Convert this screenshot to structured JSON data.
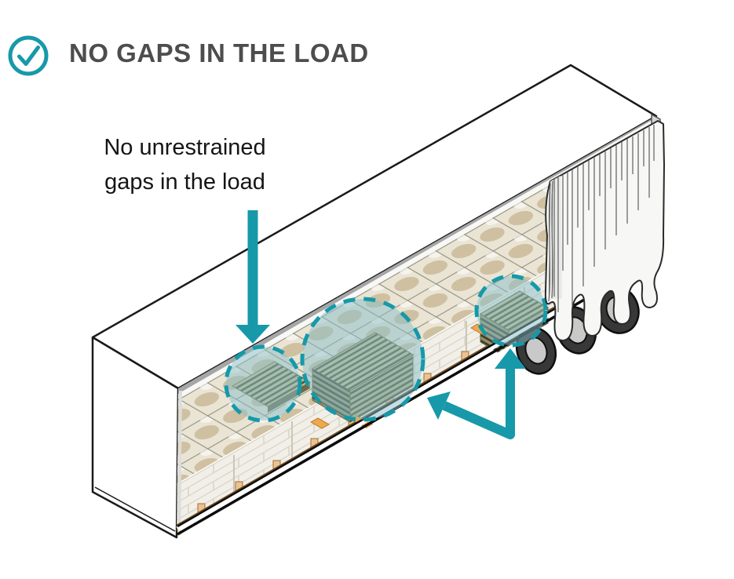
{
  "header": {
    "title": "NO GAPS IN THE LOAD",
    "icon": "check-circle"
  },
  "annotation": {
    "line1": "No unrestrained",
    "line2": "gaps in the load"
  },
  "diagram": {
    "subject": "curtain-side-trailer-load",
    "highlight_circle_count": 3,
    "wheel_count": 3,
    "arrow_count": 2
  },
  "colors": {
    "accent_teal": "#1799a9",
    "title_gray": "#4d4d4d",
    "highlight_fill": "rgba(137,191,201,0.5)",
    "floor_brown": "#8a5f2d",
    "pallet_slat_olive": "#c1be8e",
    "load_top_tan": "#cec0a1",
    "orange_accent": "#f0a84f",
    "tire_dark": "#383838",
    "hub_gray": "#c9c9c9"
  }
}
